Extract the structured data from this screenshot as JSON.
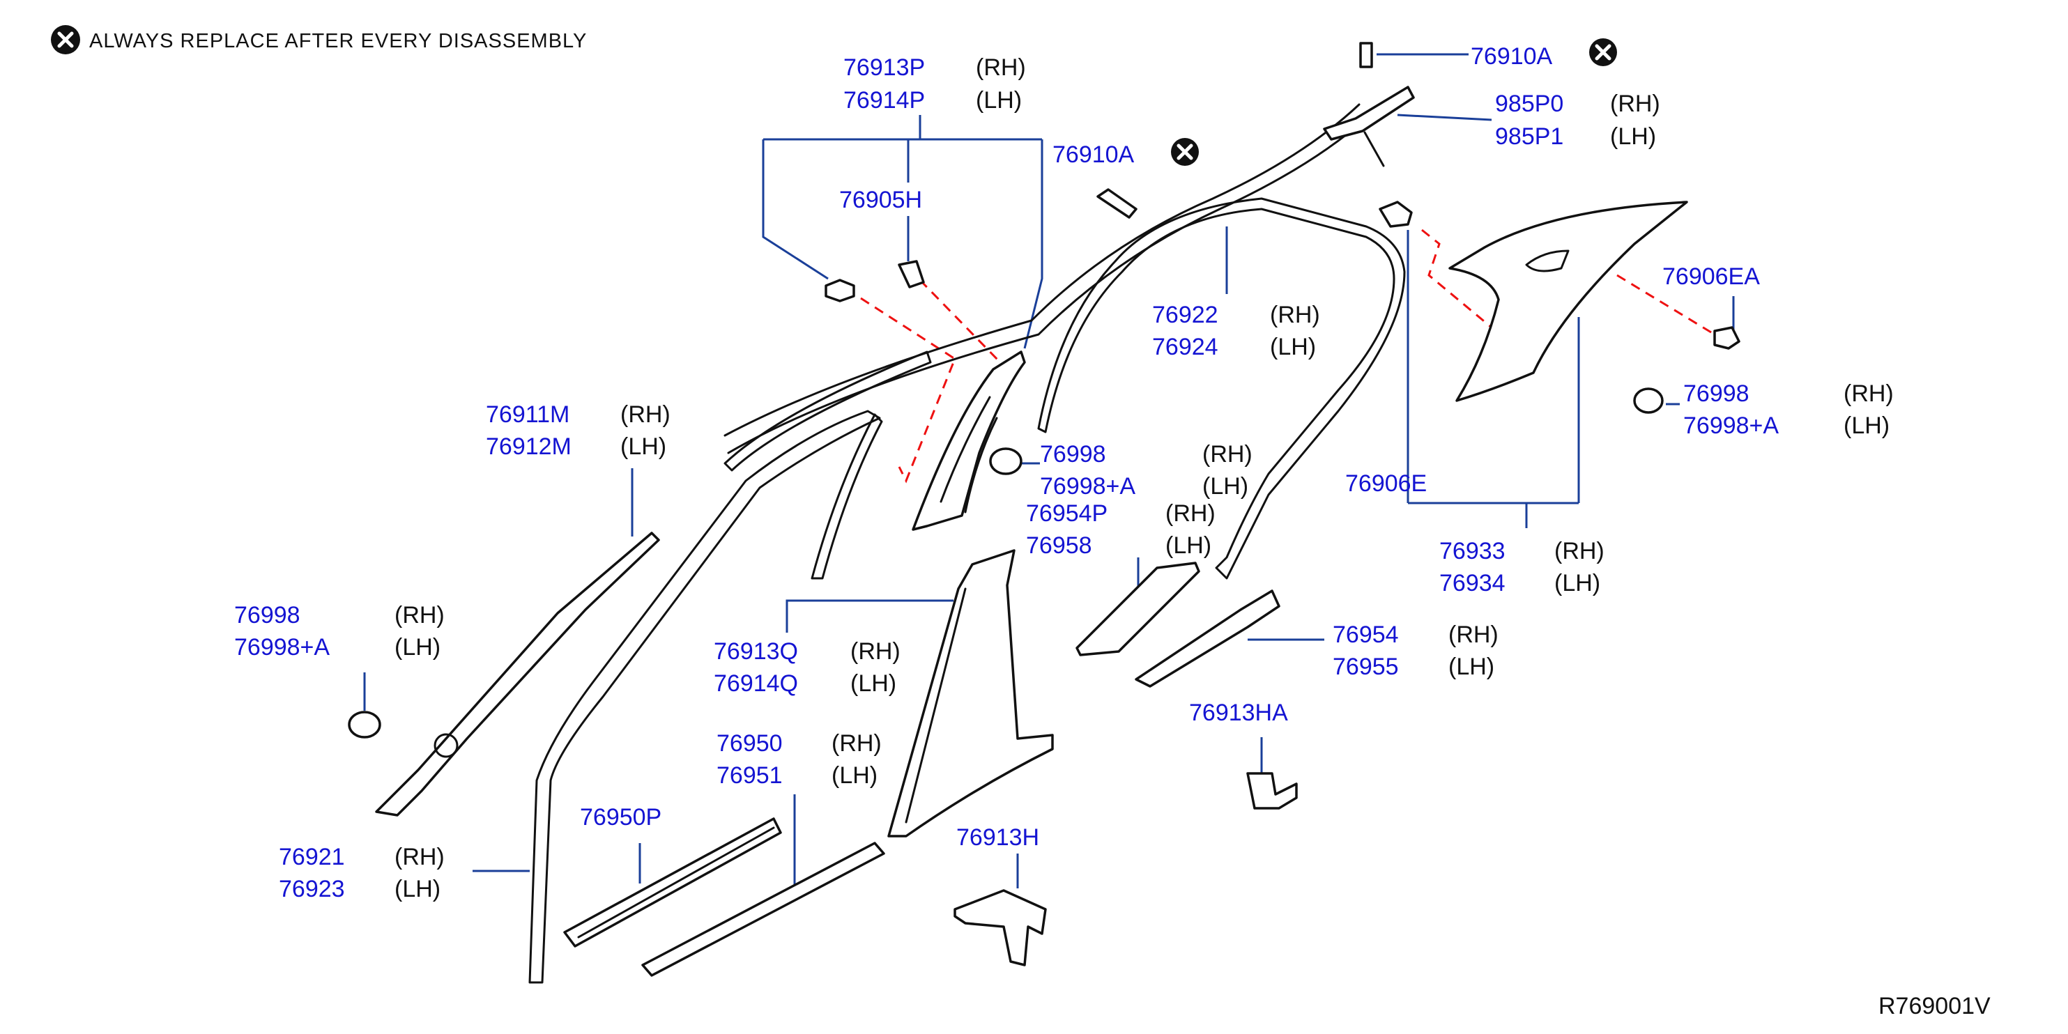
{
  "note": {
    "text": "ALWAYS  REPLACE  AFTER  EVERY  DISASSEMBLY",
    "icon": "x-circle-icon"
  },
  "ref_code": "R769001V",
  "colors": {
    "part_number": "#1414d2",
    "leader": "#1a3f99",
    "clip_path": "#e11111",
    "outline": "#111111"
  },
  "labels": [
    {
      "id": "l1",
      "part": "76913P",
      "side": "(RH)"
    },
    {
      "id": "l2",
      "part": "76914P",
      "side": "(LH)"
    },
    {
      "id": "l3",
      "part": "76905H",
      "side": ""
    },
    {
      "id": "l4",
      "part": "76910A",
      "side": ""
    },
    {
      "id": "l5",
      "part": "76910A",
      "side": ""
    },
    {
      "id": "l6",
      "part": "985P0",
      "side": "(RH)"
    },
    {
      "id": "l7",
      "part": "985P1",
      "side": "(LH)"
    },
    {
      "id": "l8",
      "part": "76906EA",
      "side": ""
    },
    {
      "id": "l9",
      "part": "76998",
      "side": "(RH)"
    },
    {
      "id": "l10",
      "part": "76998+A",
      "side": "(LH)"
    },
    {
      "id": "l11",
      "part": "76922",
      "side": "(RH)"
    },
    {
      "id": "l12",
      "part": "76924",
      "side": "(LH)"
    },
    {
      "id": "l13",
      "part": "76906E",
      "side": ""
    },
    {
      "id": "l14",
      "part": "76933",
      "side": "(RH)"
    },
    {
      "id": "l15",
      "part": "76934",
      "side": "(LH)"
    },
    {
      "id": "l16",
      "part": "76911M",
      "side": "(RH)"
    },
    {
      "id": "l17",
      "part": "76912M",
      "side": "(LH)"
    },
    {
      "id": "l18",
      "part": "76998",
      "side": "(RH)"
    },
    {
      "id": "l19",
      "part": "76998+A",
      "side": "(LH)"
    },
    {
      "id": "l20",
      "part": "76954P",
      "side": "(RH)"
    },
    {
      "id": "l21",
      "part": "76958",
      "side": "(LH)"
    },
    {
      "id": "l22",
      "part": "76998",
      "side": "(RH)"
    },
    {
      "id": "l23",
      "part": "76998+A",
      "side": "(LH)"
    },
    {
      "id": "l24",
      "part": "76913Q",
      "side": "(RH)"
    },
    {
      "id": "l25",
      "part": "76914Q",
      "side": "(LH)"
    },
    {
      "id": "l26",
      "part": "76954",
      "side": "(RH)"
    },
    {
      "id": "l27",
      "part": "76955",
      "side": "(LH)"
    },
    {
      "id": "l28",
      "part": "76913HA",
      "side": ""
    },
    {
      "id": "l29",
      "part": "76950",
      "side": "(RH)"
    },
    {
      "id": "l30",
      "part": "76951",
      "side": "(LH)"
    },
    {
      "id": "l31",
      "part": "76950P",
      "side": ""
    },
    {
      "id": "l32",
      "part": "76913H",
      "side": ""
    },
    {
      "id": "l33",
      "part": "76921",
      "side": "(RH)"
    },
    {
      "id": "l34",
      "part": "76923",
      "side": "(LH)"
    }
  ]
}
